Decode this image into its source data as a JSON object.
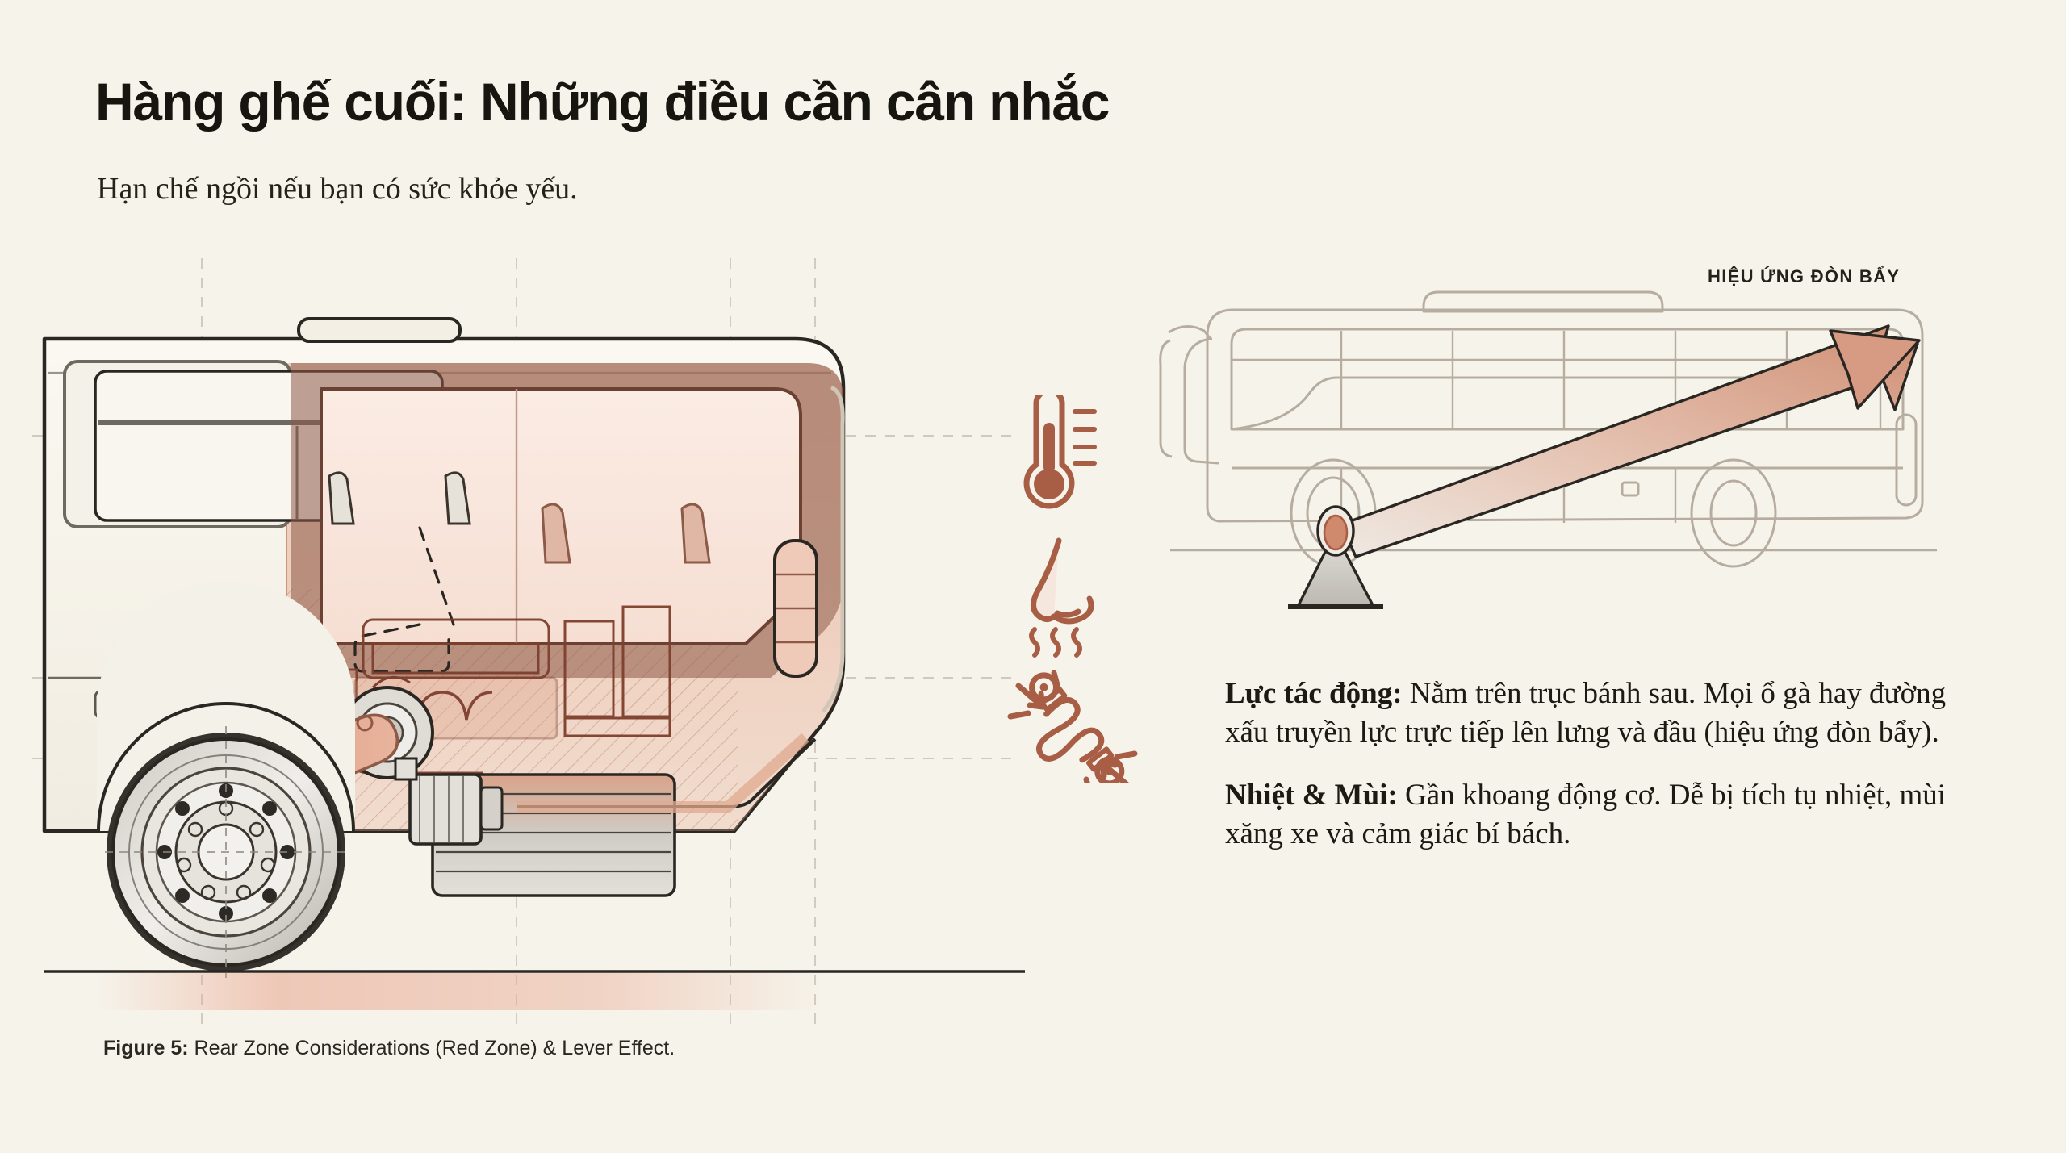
{
  "header": {
    "title": "Hàng ghế cuối: Những điều cần cân nhắc",
    "subtitle": "Hạn chế ngồi nếu bạn có sức khỏe yếu."
  },
  "figure": {
    "caption_label": "Figure 5:",
    "caption_text": " Rear Zone Considerations (Red Zone) & Lever Effect."
  },
  "lever_diagram": {
    "label": "HIỆU ỨNG ĐÒN BẨY"
  },
  "notes": [
    {
      "term": "Lực tác động:",
      "text": " Nằm trên trục bánh sau. Mọi ổ gà hay đường xấu truyền lực trực tiếp lên lưng và đầu (hiệu ứng đòn bẩy)."
    },
    {
      "term": "Nhiệt & Mùi:",
      "text": " Gần khoang động cơ. Dễ bị tích tụ nhiệt, mùi xăng xe và cảm giác bí bách."
    }
  ],
  "icons": [
    {
      "name": "thermometer-icon",
      "meaning": "Nhiệt"
    },
    {
      "name": "nose-smell-icon",
      "meaning": "Mùi"
    },
    {
      "name": "shock-absorber-icon",
      "meaning": "Rung xóc"
    }
  ],
  "colors": {
    "background": "#f6f3ea",
    "ink": "#1d1a14",
    "red_zone": "#e8a48d",
    "accent": "#a85d45",
    "lever_arrow": "#d79b84",
    "outline": "#2a2622",
    "ghost_outline": "#b6ada0",
    "metal": "#cfccc6"
  }
}
